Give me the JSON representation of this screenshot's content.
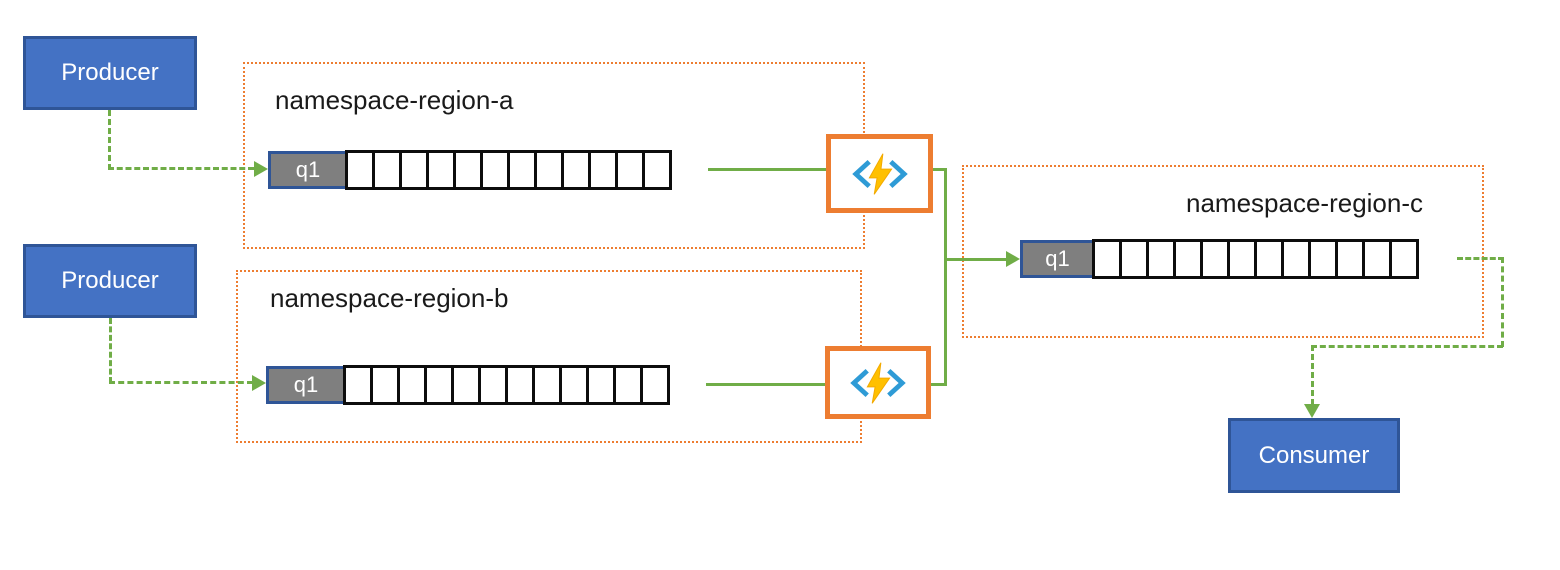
{
  "producers": [
    {
      "label": "Producer"
    },
    {
      "label": "Producer"
    }
  ],
  "consumer": {
    "label": "Consumer"
  },
  "regions": [
    {
      "name": "namespace-region-a",
      "queue": {
        "label": "q1",
        "cells": 12
      }
    },
    {
      "name": "namespace-region-b",
      "queue": {
        "label": "q1",
        "cells": 12
      }
    },
    {
      "name": "namespace-region-c",
      "queue": {
        "label": "q1",
        "cells": 12
      }
    }
  ],
  "functions": [
    {
      "icon": "azure-function-icon"
    },
    {
      "icon": "azure-function-icon"
    }
  ],
  "colors": {
    "actor_fill": "#4472C4",
    "actor_border": "#2F5597",
    "queue_label_fill": "#7F7F7F",
    "queue_label_border": "#2F5597",
    "queue_cell_border": "#0d0d0d",
    "region_border": "#ED7D31",
    "function_border": "#ED7D31",
    "connector_green": "#70AD47",
    "bolt_yellow": "#FFC000",
    "bracket_blue": "#2E9BD6"
  }
}
